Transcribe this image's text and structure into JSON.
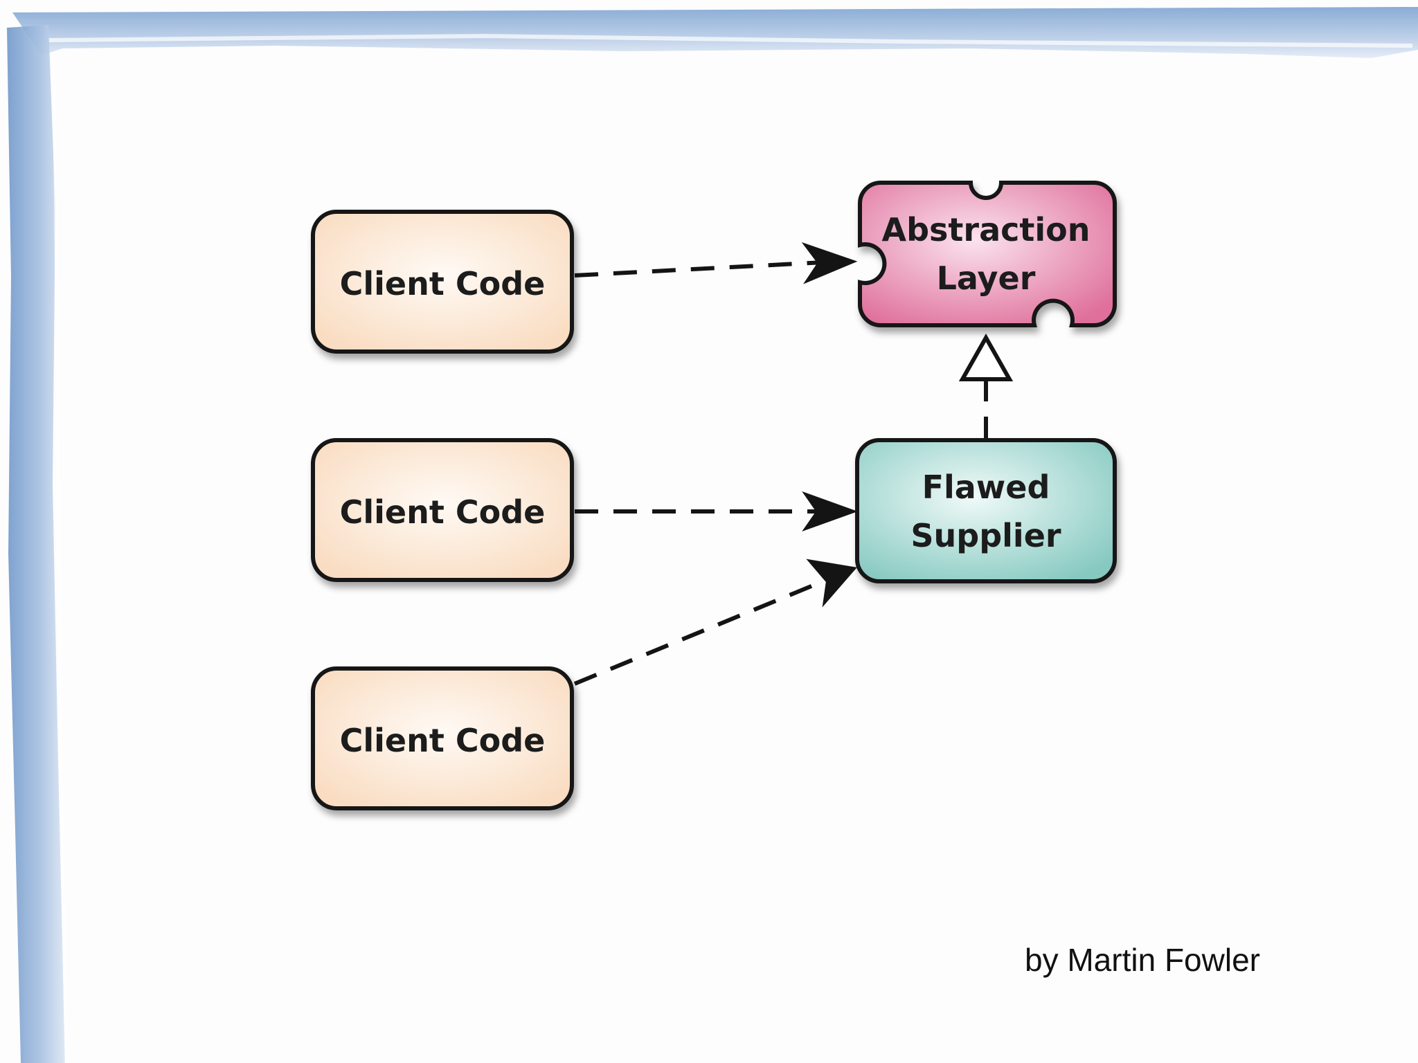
{
  "colors": {
    "frame_blue": "#8fb0d8",
    "client_fill": "#fbe3cc",
    "abstraction_fill": "#e88bb0",
    "supplier_fill": "#a8d9d3",
    "outline": "#141414"
  },
  "nodes": {
    "client_1": {
      "label": "Client Code"
    },
    "client_2": {
      "label": "Client Code"
    },
    "client_3": {
      "label": "Client Code"
    },
    "abstraction": {
      "line1": "Abstraction",
      "line2": "Layer"
    },
    "supplier": {
      "line1": "Flawed",
      "line2": "Supplier"
    }
  },
  "edges": [
    {
      "from": "client_1",
      "to": "abstraction",
      "style": "dashed",
      "head": "open-arrow"
    },
    {
      "from": "client_2",
      "to": "supplier",
      "style": "dashed",
      "head": "open-arrow"
    },
    {
      "from": "client_3",
      "to": "supplier",
      "style": "dashed",
      "head": "open-arrow"
    },
    {
      "from": "supplier",
      "to": "abstraction",
      "style": "dashed",
      "head": "hollow-triangle"
    }
  ],
  "footer": {
    "credit": "by Martin Fowler"
  }
}
